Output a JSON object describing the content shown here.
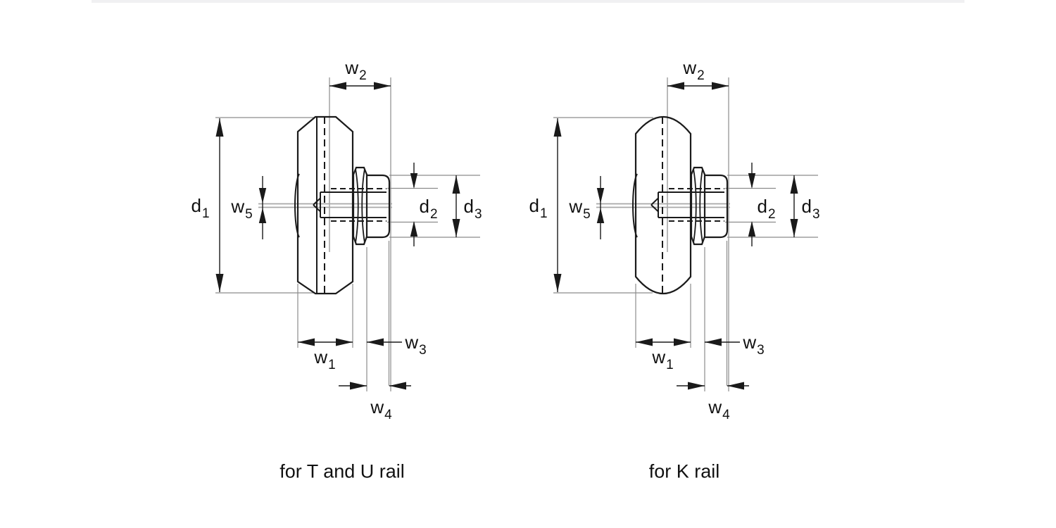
{
  "page": {
    "background": "#ffffff",
    "top_strip_color": "#f0f0f2"
  },
  "drawing": {
    "line_color": "#1a1a1a",
    "extension_line_color": "#8c8c8c",
    "centerline_color": "#a8a8a8"
  },
  "diagrams": [
    {
      "caption": "for T and U rail",
      "dims": [
        {
          "base": "d",
          "sub": "1"
        },
        {
          "base": "w",
          "sub": "5"
        },
        {
          "base": "w",
          "sub": "2"
        },
        {
          "base": "d",
          "sub": "2"
        },
        {
          "base": "d",
          "sub": "3"
        },
        {
          "base": "w",
          "sub": "1"
        },
        {
          "base": "w",
          "sub": "3"
        },
        {
          "base": "w",
          "sub": "4"
        }
      ]
    },
    {
      "caption": "for K rail",
      "dims": [
        {
          "base": "d",
          "sub": "1"
        },
        {
          "base": "w",
          "sub": "5"
        },
        {
          "base": "w",
          "sub": "2"
        },
        {
          "base": "d",
          "sub": "2"
        },
        {
          "base": "d",
          "sub": "3"
        },
        {
          "base": "w",
          "sub": "1"
        },
        {
          "base": "w",
          "sub": "3"
        },
        {
          "base": "w",
          "sub": "4"
        }
      ]
    }
  ]
}
